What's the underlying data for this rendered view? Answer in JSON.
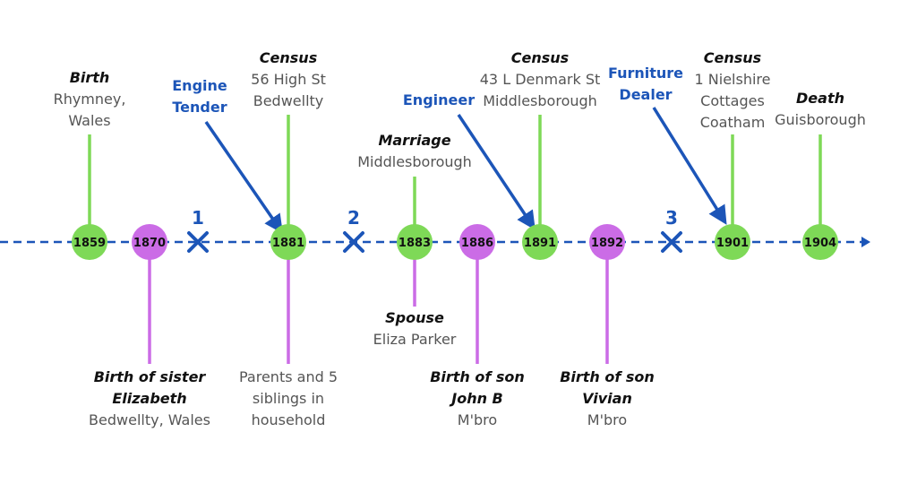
{
  "colors": {
    "axis": "#1c55b8",
    "green": "#7ed957",
    "purple": "#cb6ce6",
    "job_text": "#1c55b8"
  },
  "events": [
    {
      "year": "1859",
      "color": "green",
      "above": {
        "title": "Birth",
        "lines": [
          "Rhymney,",
          "Wales"
        ]
      }
    },
    {
      "year": "1870",
      "color": "purple",
      "below": {
        "title_lines": [
          "Birth of sister",
          "Elizabeth"
        ],
        "lines": [
          "Bedwellty, Wales"
        ]
      }
    },
    {
      "year": "1881",
      "color": "green",
      "above": {
        "title": "Census",
        "lines": [
          "56 High St",
          "Bedwellty"
        ]
      },
      "below": {
        "title_lines": [],
        "lines": [
          "Parents and 5",
          "siblings in",
          "household"
        ]
      }
    },
    {
      "year": "1883",
      "color": "green",
      "above": {
        "title": "Marriage",
        "lines": [
          "Middlesborough"
        ]
      },
      "below": {
        "title_lines": [
          "Spouse"
        ],
        "lines": [
          "Eliza Parker"
        ]
      }
    },
    {
      "year": "1886",
      "color": "purple",
      "below": {
        "title_lines": [
          "Birth of son",
          "John B"
        ],
        "lines": [
          "M'bro"
        ]
      }
    },
    {
      "year": "1891",
      "color": "green",
      "above": {
        "title": "Census",
        "lines": [
          "43 L Denmark St",
          "Middlesborough"
        ]
      }
    },
    {
      "year": "1892",
      "color": "purple",
      "below": {
        "title_lines": [
          "Birth of son",
          "Vivian"
        ],
        "lines": [
          "M'bro"
        ]
      }
    },
    {
      "year": "1901",
      "color": "green",
      "above": {
        "title": "Census",
        "lines": [
          "1 Nielshire",
          "Cottages",
          "Coatham"
        ]
      }
    },
    {
      "year": "1904",
      "color": "green",
      "above": {
        "title": "Death",
        "lines": [
          "Guisborough"
        ]
      }
    }
  ],
  "markers": [
    {
      "label": "1"
    },
    {
      "label": "2"
    },
    {
      "label": "3"
    }
  ],
  "occupations": [
    {
      "lines": [
        "Engine",
        "Tender"
      ],
      "target_year": "1881"
    },
    {
      "lines": [
        "Engineer"
      ],
      "target_year": "1891"
    },
    {
      "lines": [
        "Furniture",
        "Dealer"
      ],
      "target_year": "1901"
    }
  ]
}
